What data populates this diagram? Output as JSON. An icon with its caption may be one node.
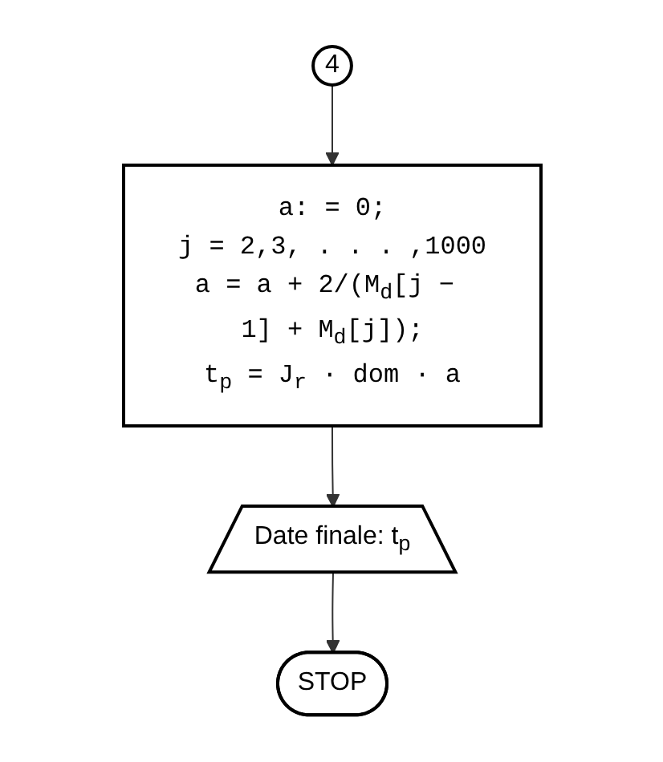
{
  "diagram": {
    "nodes": [
      {
        "text": [
          "4"
        ]
      },
      {
        "text": [
          "a: = 0;",
          "j = 2,3, . . . ,1000",
          "a = a + 2/(M$_{d}$[j − 1] + M$_{d}$[j]);",
          "t$_{p}$ = J$_{r}$ · dom · a"
        ]
      },
      {
        "text": [
          "Date finale: t$_{p}$"
        ]
      },
      {
        "text": [
          "STOP"
        ]
      }
    ],
    "edges": [
      {
        "from": 0,
        "to": 1,
        "arrow": "to"
      },
      {
        "from": 1,
        "to": 2,
        "arrow": "to"
      },
      {
        "from": 2,
        "to": 3,
        "arrow": "to"
      }
    ]
  }
}
